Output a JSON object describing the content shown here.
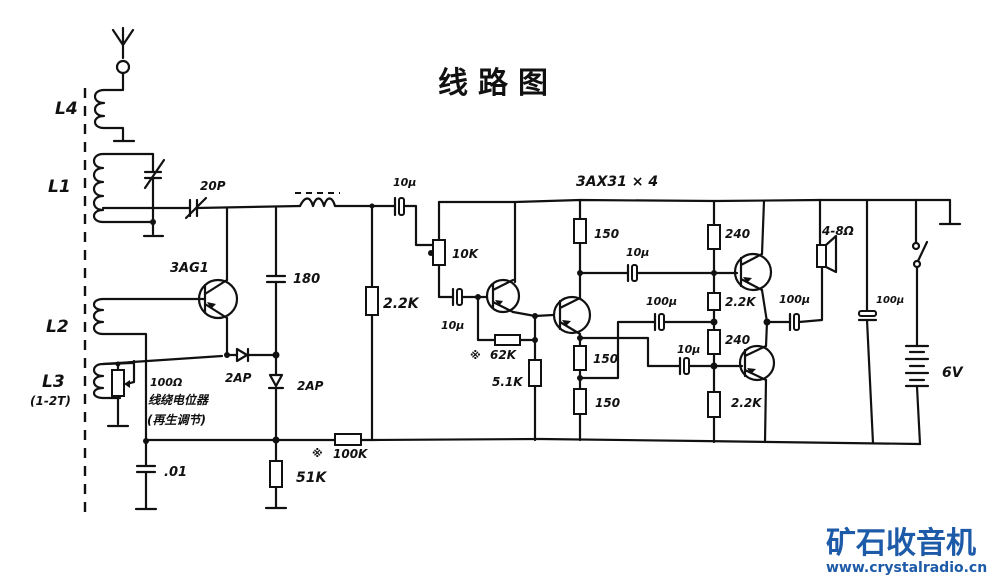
{
  "title": "线路图",
  "labels": {
    "l4": "L4",
    "l1": "L1",
    "l2": "L2",
    "l3": "L3",
    "l3_turns": "(1-2T)",
    "c_tune": "20P",
    "q1": "3AG1",
    "c180": "180",
    "d1": "2AP",
    "d2": "2AP",
    "pot100_value": "100Ω",
    "pot100_type": "线绕电位器",
    "pot100_note": "(再生调节)",
    "c001": ".01",
    "r51k": "51K",
    "r100k": "100K",
    "r100k_mark": "※",
    "r2k2_in": "2.2K",
    "c10u_in": "10μ",
    "vol10k": "10K",
    "c10u_b": "10μ",
    "r62k": "62K",
    "r62k_mark": "※",
    "r5k1": "5.1K",
    "amp_transistors": "3AX31 × 4",
    "r150_top": "150",
    "r150_mid": "150",
    "r150_bot": "150",
    "c10u_mid": "10μ",
    "c100u_mid": "100μ",
    "c10u_low": "10μ",
    "r240_top": "240",
    "r2k2_top": "2.2K",
    "r240_low": "240",
    "r2k2_low": "2.2K",
    "c100u_out": "100μ",
    "speaker": "4-8Ω",
    "c100u_filter": "100μ",
    "battery": "6V"
  },
  "watermark": {
    "name": "矿石收音机",
    "url": "www.crystalradio.cn",
    "color": "#1d5aa8"
  },
  "icons": [
    "antenna-icon",
    "inductor-icon",
    "variable-capacitor-icon",
    "transistor-pnp-icon",
    "diode-icon",
    "capacitor-icon",
    "resistor-icon",
    "potentiometer-icon",
    "electrolytic-capacitor-icon",
    "speaker-icon",
    "switch-icon",
    "battery-icon",
    "ground-icon"
  ]
}
